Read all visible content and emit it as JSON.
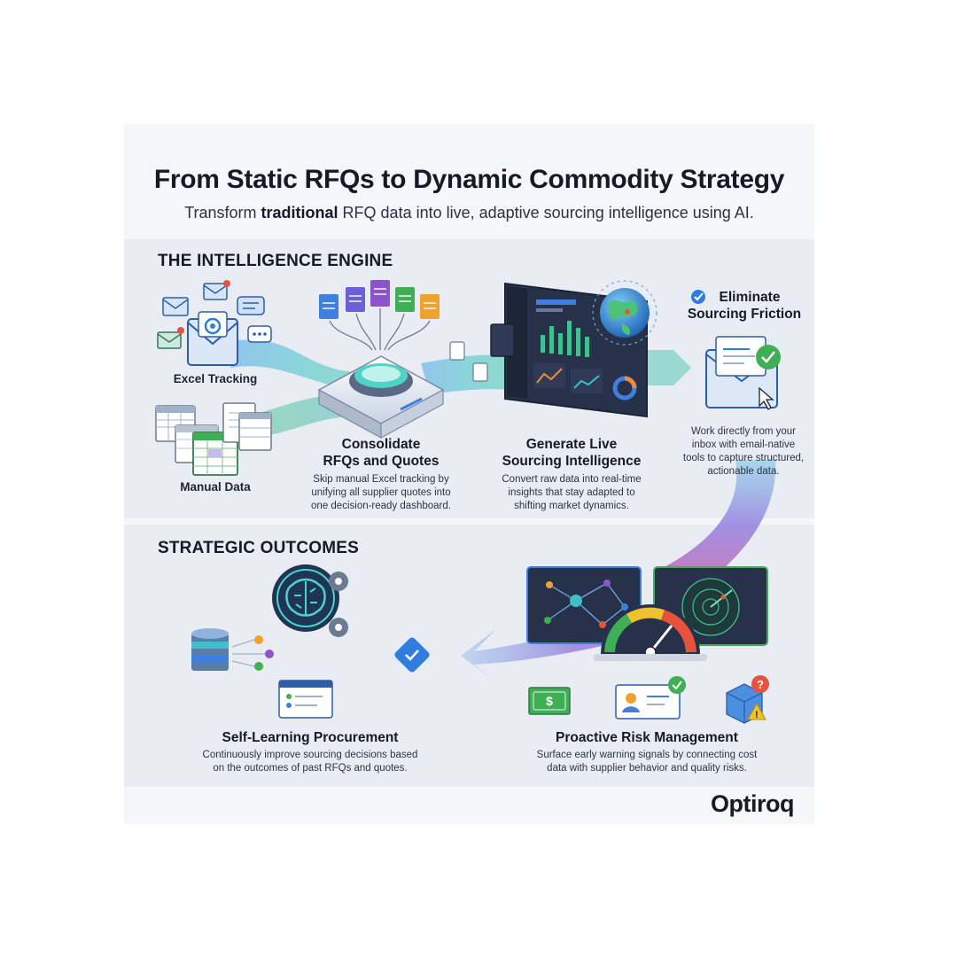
{
  "header": {
    "title": "From Static RFQs to Dynamic Commodity Strategy",
    "subtitle_prefix": "Transform ",
    "subtitle_bold": "traditional",
    "subtitle_suffix": " RFQ data into live, adaptive sourcing intelligence using AI."
  },
  "engine": {
    "heading": "THE INTELLIGENCE ENGINE",
    "inputs": {
      "excel_label": "Excel Tracking",
      "manual_label": "Manual Data"
    },
    "consolidate": {
      "title_line1": "Consolidate",
      "title_line2": "RFQs and Quotes",
      "desc_line1": "Skip manual Excel tracking by",
      "desc_line2": "unifying all supplier quotes into",
      "desc_line3": "one decision-ready dashboard."
    },
    "generate": {
      "title_line1": "Generate Live",
      "title_line2": "Sourcing Intelligence",
      "desc_line1": "Convert raw data into real-time",
      "desc_line2": "insights that stay adapted to",
      "desc_line3": "shifting market dynamics."
    },
    "eliminate": {
      "title_line1": "Eliminate",
      "title_line2": "Sourcing Friction",
      "desc_line1": "Work directly from your",
      "desc_line2": "inbox with email-native",
      "desc_line3": "tools to capture structured,",
      "desc_line4": "actionable data."
    }
  },
  "outcomes": {
    "heading": "STRATEGIC OUTCOMES",
    "self_learning": {
      "title": "Self-Learning Procurement",
      "desc_line1": "Continuously improve sourcing decisions based",
      "desc_line2": "on the outcomes of past RFQs and quotes."
    },
    "risk": {
      "title": "Proactive Risk Management",
      "desc_line1": "Surface early warning signals by connecting cost",
      "desc_line2": "data with supplier behavior and quality risks."
    }
  },
  "footer": {
    "brand": "Optiroq"
  },
  "icons": {
    "mail": "envelope-icon",
    "spreadsheet": "spreadsheet-icon",
    "documents": "documents-icon",
    "hub": "hub-device-icon",
    "dashboard": "dashboard-icon",
    "globe": "globe-icon",
    "check": "check-circle-icon",
    "inbox": "inbox-icon",
    "brain": "brain-gear-icon",
    "database": "database-icon",
    "gauge": "gauge-icon",
    "network": "network-graph-icon",
    "radar": "radar-icon",
    "money": "money-icon",
    "supplier": "supplier-card-icon",
    "risk": "risk-box-icon"
  },
  "colors": {
    "accent_blue": "#2f7de1",
    "teal": "#2bb8a6",
    "green": "#3fae55",
    "purple": "#8a5ad6",
    "magenta": "#d24f9c",
    "dark_panel": "#27324a"
  }
}
